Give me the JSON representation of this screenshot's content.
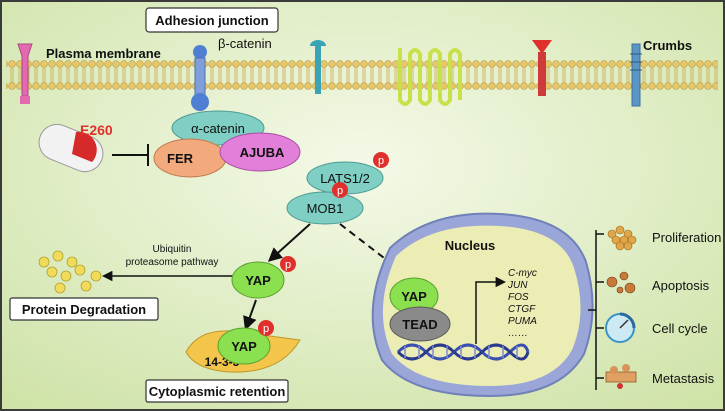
{
  "labels": {
    "adhesion_junction": "Adhesion junction",
    "plasma_membrane": "Plasma membrane",
    "beta_catenin": "β-catenin",
    "crumbs": "Crumbs",
    "e260": "E260",
    "alpha_catenin": "α-catenin",
    "fer": "FER",
    "ajuba": "AJUBA",
    "lats": "LATS1/2",
    "mob1": "MOB1",
    "p": "p",
    "ubiquitin_line1": "Ubiquitin",
    "ubiquitin_line2": "proteasome pathway",
    "protein_degradation": "Protein Degradation",
    "yap": "YAP",
    "fourteen_three_three": "14-3-3",
    "cytoplasmic_retention": "Cytoplasmic retention",
    "nucleus": "Nucleus",
    "tead": "TEAD",
    "genes": [
      "C-myc",
      "JUN",
      "FOS",
      "CTGF",
      "PUMA",
      "……"
    ],
    "outcomes": [
      "Proliferation",
      "Apoptosis",
      "Cell cycle",
      "Metastasis"
    ]
  },
  "colors": {
    "background": "#e3efcb",
    "membrane": "#e8cf7a",
    "alpha_catenin": "#7fcfc4",
    "fer": "#f2a97c",
    "ajuba": "#e27fd9",
    "lats_mob": "#7fcfc4",
    "yap": "#8be04f",
    "tead": "#8a8a8a",
    "phospho": "#e0302c",
    "fourteen_three_three": "#f3c54b",
    "nucleus": "#e8e8a8",
    "e260_label": "#e0302c"
  }
}
